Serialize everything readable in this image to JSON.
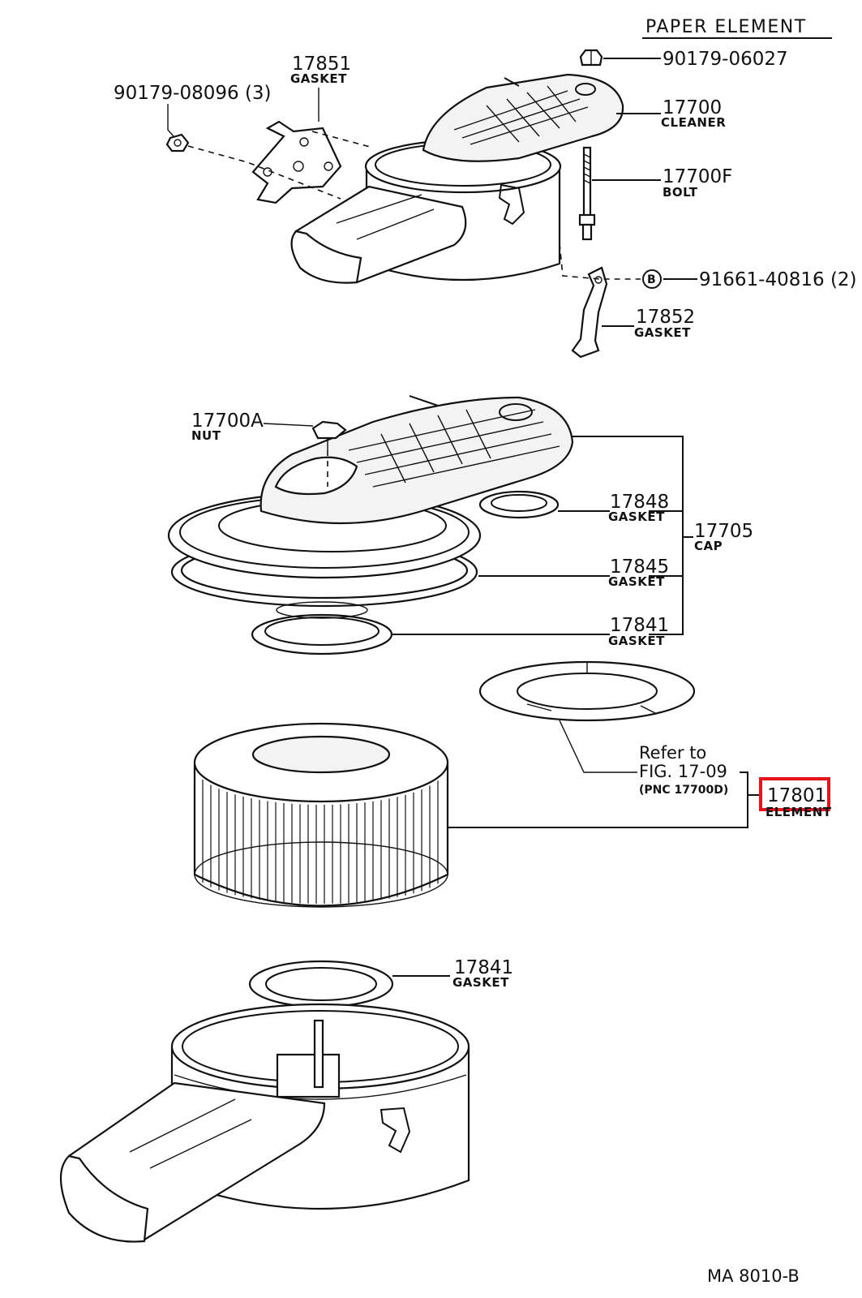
{
  "title": "PAPER ELEMENT",
  "figure_code": "MA  8010-B",
  "callouts": {
    "p90179_06027": {
      "number": "90179-06027"
    },
    "p17851": {
      "number": "17851",
      "name": "GASKET"
    },
    "p90179_08096": {
      "number": "90179-08096 (3)"
    },
    "p17700": {
      "number": "17700",
      "name": "CLEANER"
    },
    "p17700F": {
      "number": "17700F",
      "name": "BOLT"
    },
    "p91661": {
      "marker": "B",
      "number": "91661-40816 (2)"
    },
    "p17852": {
      "number": "17852",
      "name": "GASKET"
    },
    "p17700A": {
      "number": "17700A",
      "name": "NUT"
    },
    "p17848": {
      "number": "17848",
      "name": "GASKET"
    },
    "p17705": {
      "number": "17705",
      "name": "CAP"
    },
    "p17845": {
      "number": "17845",
      "name": "GASKET"
    },
    "p17841_upper": {
      "number": "17841",
      "name": "GASKET"
    },
    "p17801": {
      "number": "17801",
      "name": "ELEMENT",
      "highlighted": true
    },
    "p17841_lower": {
      "number": "17841",
      "name": "GASKET"
    }
  },
  "refer": {
    "line1": "Refer to",
    "line2": "FIG. 17-09",
    "line3": "(PNC 17700D)"
  },
  "highlight_color": "#e8141c"
}
